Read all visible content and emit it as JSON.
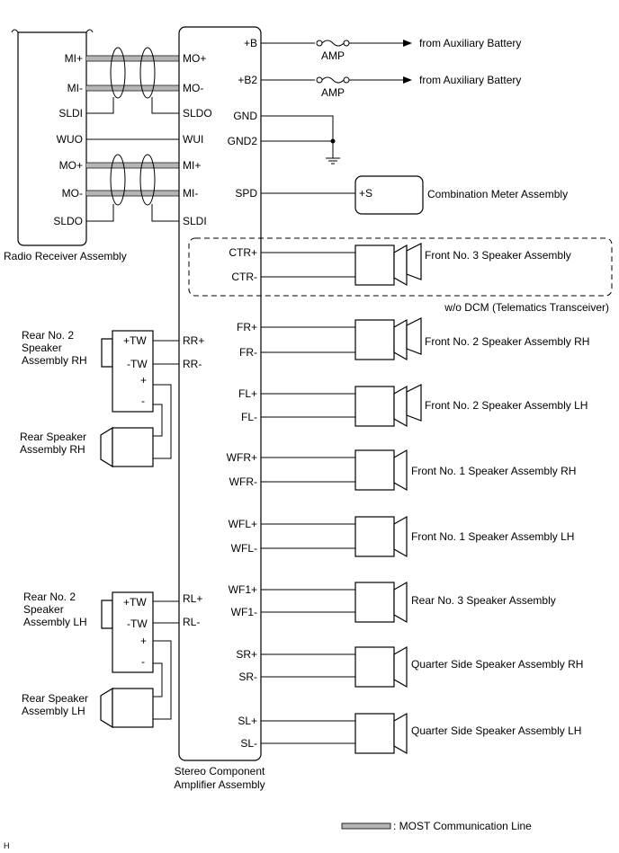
{
  "radio_receiver": {
    "name": "Radio Receiver Assembly",
    "pins": [
      "MI+",
      "MI-",
      "SLDI",
      "WUO",
      "MO+",
      "MO-",
      "SLDO"
    ]
  },
  "amplifier": {
    "name_line1": "Stereo Component",
    "name_line2": "Amplifier Assembly",
    "left_pins": [
      "MO+",
      "MO-",
      "SLDO",
      "WUI",
      "MI+",
      "MI-",
      "SLDI",
      "RR+",
      "RR-",
      "RL+",
      "RL-"
    ],
    "right_pins": [
      "+B",
      "+B2",
      "GND",
      "GND2",
      "SPD",
      "CTR+",
      "CTR-",
      "FR+",
      "FR-",
      "FL+",
      "FL-",
      "WFR+",
      "WFR-",
      "WFL+",
      "WFL-",
      "WF1+",
      "WF1-",
      "SR+",
      "SR-",
      "SL+",
      "SL-"
    ]
  },
  "power": [
    {
      "fuse": "AMP",
      "source": "from Auxiliary Battery"
    },
    {
      "fuse": "AMP",
      "source": "from Auxiliary Battery"
    }
  ],
  "meter": {
    "pin": "+S",
    "name": "Combination Meter Assembly"
  },
  "speakers_right": [
    "Front No. 3 Speaker Assembly",
    "Front No. 2 Speaker Assembly RH",
    "Front No. 2 Speaker Assembly LH",
    "Front No. 1 Speaker Assembly RH",
    "Front No. 1 Speaker Assembly LH",
    "Rear No. 3 Speaker Assembly",
    "Quarter Side Speaker Assembly RH",
    "Quarter Side Speaker Assembly LH"
  ],
  "dcm_note": "w/o DCM (Telematics Transceiver)",
  "rear_rh": {
    "tweeter_line1": "Rear No. 2",
    "tweeter_line2": "Speaker",
    "tweeter_line3": "Assembly RH",
    "pins": [
      "+TW",
      "-TW",
      "+",
      "-"
    ],
    "speaker_line1": "Rear Speaker",
    "speaker_line2": "Assembly RH"
  },
  "rear_lh": {
    "tweeter_line1": "Rear No. 2",
    "tweeter_line2": "Speaker",
    "tweeter_line3": "Assembly LH",
    "pins": [
      "+TW",
      "-TW",
      "+",
      "-"
    ],
    "speaker_line1": "Rear Speaker",
    "speaker_line2": "Assembly LH"
  },
  "legend": {
    "text": ": MOST Communication Line",
    "color": "#b5b5b5"
  },
  "corner_mark": "H"
}
